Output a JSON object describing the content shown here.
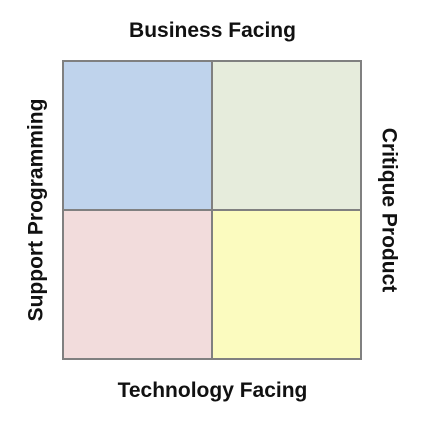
{
  "axes": {
    "top": "Business Facing",
    "bottom": "Technology Facing",
    "left": "Support Programming",
    "right": "Critique Product"
  },
  "quadrants": [
    {
      "position": "top-left",
      "color": "#bfd3ec"
    },
    {
      "position": "top-right",
      "color": "#e6ecdc"
    },
    {
      "position": "bottom-left",
      "color": "#f2dcdc"
    },
    {
      "position": "bottom-right",
      "color": "#fbfbbf"
    }
  ]
}
